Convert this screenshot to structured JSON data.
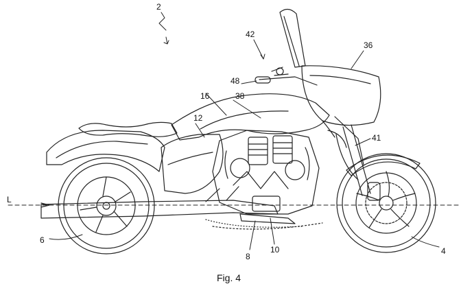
{
  "figure": {
    "caption": "Fig. 4",
    "labels": {
      "ref_2": "2",
      "ref_42": "42",
      "ref_36": "36",
      "ref_48": "48",
      "ref_16": "16",
      "ref_38": "38",
      "ref_12": "12",
      "ref_41": "41",
      "ref_L": "L",
      "ref_6": "6",
      "ref_10": "10",
      "ref_8": "8",
      "ref_4": "4"
    }
  }
}
